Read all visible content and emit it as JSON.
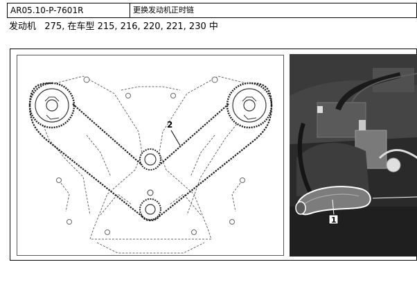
{
  "header": {
    "code": "AR05.10-P-7601R",
    "title": "更换发动机正时链"
  },
  "applies_to": "发动机   275, 在车型 215, 216, 220, 221, 230 中",
  "diagram": {
    "callout_2": "2"
  },
  "photo": {
    "callout_1": "1"
  },
  "footer_partial": {
    "left": "",
    "right": ""
  }
}
